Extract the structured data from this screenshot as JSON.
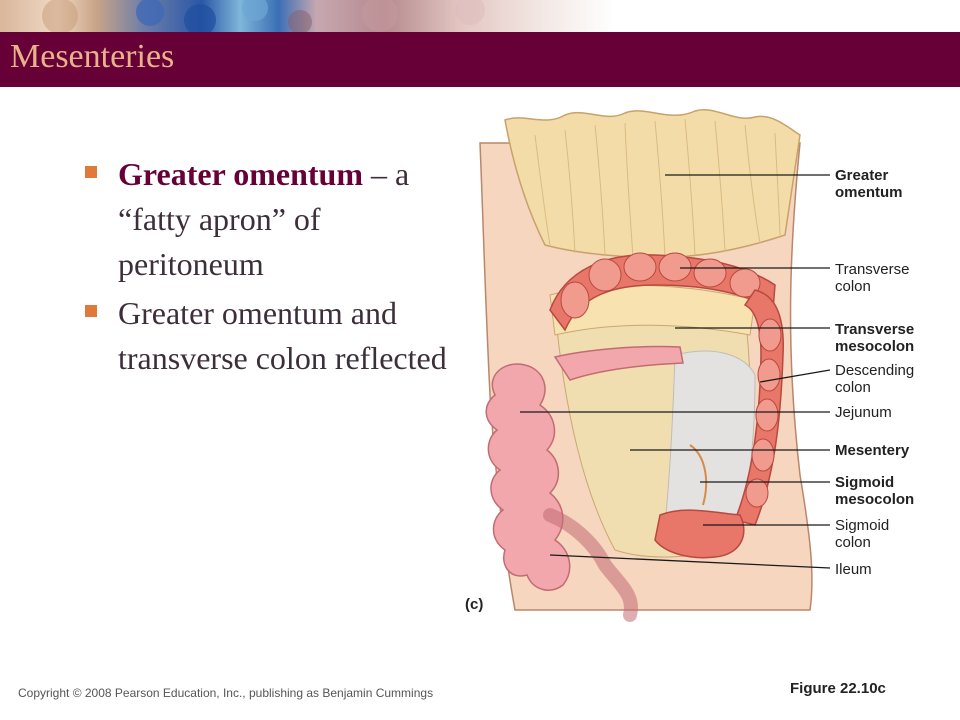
{
  "title": "Mesenteries",
  "bullets": [
    {
      "strong": "Greater omentum",
      "rest": " – a “fatty apron” of peritoneum"
    },
    {
      "strong": "",
      "rest": "Greater omentum and transverse colon reflected"
    }
  ],
  "figure": {
    "panel_label": "(c)",
    "labels": {
      "greater_omentum": [
        "Greater",
        "omentum"
      ],
      "transverse_colon": [
        "Transverse",
        "colon"
      ],
      "transverse_mesocolon": [
        "Transverse",
        "mesocolon"
      ],
      "descending_colon": [
        "Descending",
        "colon"
      ],
      "jejunum": [
        "Jejunum"
      ],
      "mesentery": [
        "Mesentery"
      ],
      "sigmoid_mesocolon": [
        "Sigmoid",
        "mesocolon"
      ],
      "sigmoid_colon": [
        "Sigmoid",
        "colon"
      ],
      "ileum": [
        "Ileum"
      ]
    }
  },
  "footer": {
    "copyright": "Copyright © 2008 Pearson Education, Inc., publishing as Benjamin Cummings",
    "figure_ref": "Figure 22.10c"
  },
  "colors": {
    "title_bar": "#660036",
    "title_text": "#e8b38a",
    "bullet_marker": "#e07a3a",
    "colon": "#e8776a",
    "intestine": "#f1a7ab",
    "omentum": "#f4dca8"
  }
}
